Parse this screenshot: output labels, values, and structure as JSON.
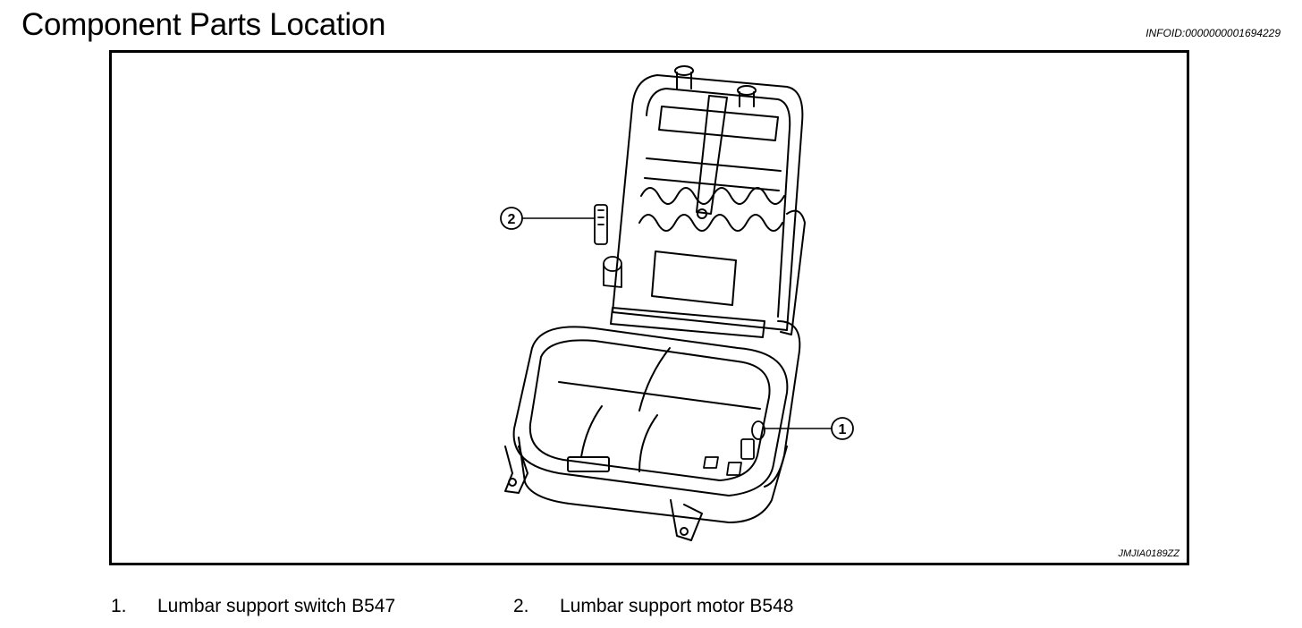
{
  "header": {
    "title": "Component Parts Location",
    "info_id": "INFOID:0000000001694229"
  },
  "figure": {
    "code": "JMJIA0189ZZ",
    "callouts": [
      "2",
      "1"
    ]
  },
  "legend": [
    {
      "number": "1.",
      "label": "Lumbar support switch B547"
    },
    {
      "number": "2.",
      "label": "Lumbar support motor B548"
    }
  ]
}
